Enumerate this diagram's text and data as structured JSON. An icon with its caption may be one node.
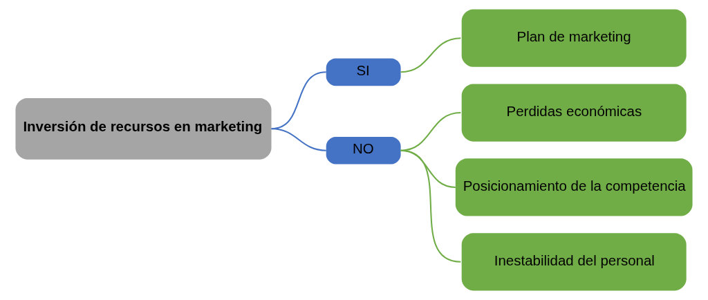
{
  "diagram": {
    "nodes": [
      {
        "text": [
          "Inversión de recursos en marketing"
        ]
      },
      {
        "text": [
          "SI"
        ]
      },
      {
        "text": [
          "NO"
        ]
      },
      {
        "text": [
          "Plan de marketing"
        ]
      },
      {
        "text": [
          "Perdidas económicas"
        ]
      },
      {
        "text": [
          "Posicionamiento de la competencia"
        ]
      },
      {
        "text": [
          "Inestabilidad del personal"
        ]
      }
    ],
    "edges": [
      {
        "from": 0,
        "to": 1,
        "arrow": "none",
        "color": "#4472c4"
      },
      {
        "from": 0,
        "to": 2,
        "arrow": "none",
        "color": "#4472c4"
      },
      {
        "from": 1,
        "to": 3,
        "arrow": "none"
      },
      {
        "from": 2,
        "to": 4,
        "arrow": "none"
      },
      {
        "from": 2,
        "to": 5,
        "arrow": "none"
      },
      {
        "from": 2,
        "to": 6,
        "arrow": "none"
      }
    ]
  }
}
